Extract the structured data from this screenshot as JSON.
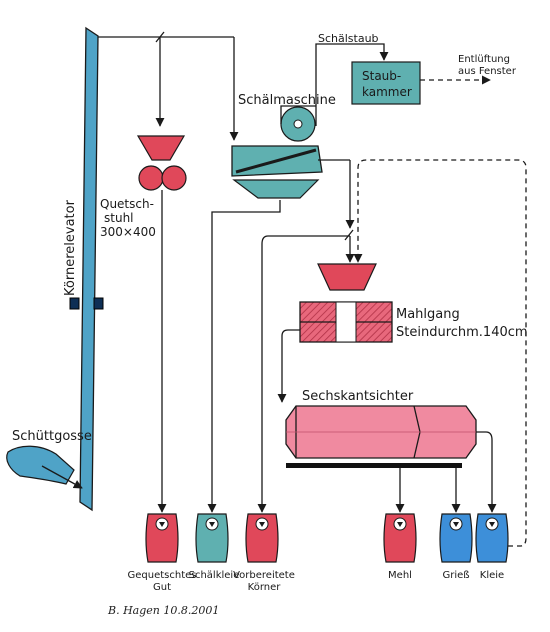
{
  "labels": {
    "koernerelevator": "Körnerelevator",
    "schuettgosse": "Schüttgosse",
    "quetschstuhl_line1": "Quetsch-",
    "quetschstuhl_line2": "stuhl",
    "quetschstuhl_line3": "300×400",
    "schaelmaschine": "Schälmaschine",
    "schaelstaub": "Schälstaub",
    "staubkammer_line1": "Staub-",
    "staubkammer_line2": "kammer",
    "entlueftung_line1": "Entlüftung",
    "entlueftung_line2": "aus Fenster",
    "mahlgang_line1": "Mahlgang",
    "mahlgang_line2": "Steindurchm.140cm",
    "sechskantsichter": "Sechskantsichter",
    "sack_gequetschtes_line1": "Gequetschtes",
    "sack_gequetschtes_line2": "Gut",
    "sack_schaelkleie": "Schälkleie",
    "sack_vorbereitete_line1": "Vorbereitete",
    "sack_vorbereitete_line2": "Körner",
    "sack_mehl": "Mehl",
    "sack_griess": "Grieß",
    "sack_kleie": "Kleie",
    "signature": "B. Hagen  10.8.2001"
  },
  "colors": {
    "elevator": "#4fa3c7",
    "red_machine": "#e0485a",
    "teal_machine": "#5fb0b0",
    "pink_sifter": "#f08aa0",
    "mahlgang_fill": "#e8687c",
    "blue_sack": "#3d8fd9"
  }
}
